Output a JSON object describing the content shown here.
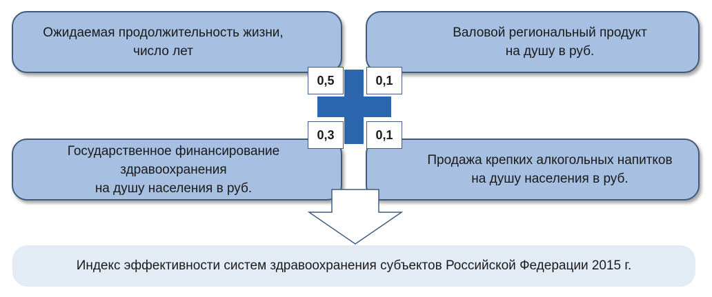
{
  "factors": {
    "top_left": "Ожидаемая продолжительность жизни,\nчисло лет",
    "top_right": "Валовой региональный продукт\nна душу в руб.",
    "bottom_left": "Государственное финансирование здравоохранения\nна душу населения в руб.",
    "bottom_right": "Продажа крепких алкогольных напитков\nна душу населения в руб."
  },
  "weights": {
    "top_left": "0,5",
    "top_right": "0,1",
    "bottom_left": "0,3",
    "bottom_right": "0,1"
  },
  "result": "Индекс эффективности систем здравоохранения субъектов Российской Федерации 2015 г.",
  "colors": {
    "box_fill": "#a7bfe0",
    "box_border": "#3f5a7c",
    "plus": "#2b66ae",
    "result_fill": "#e3ebf5"
  }
}
